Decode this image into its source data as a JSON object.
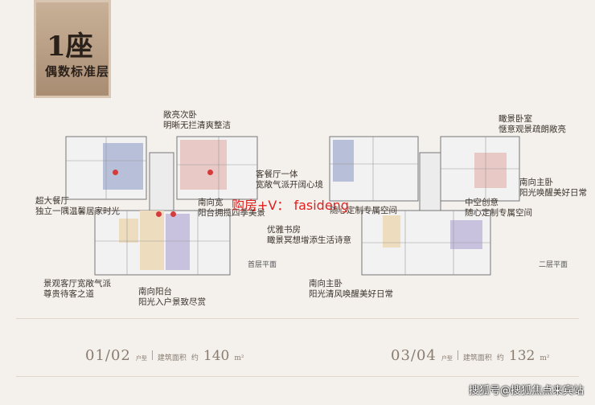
{
  "badge": {
    "title": "1座",
    "subtitle": "偶数标准层"
  },
  "annotations": {
    "a1": [
      "敞亮次卧",
      "明晰无拦清爽整洁"
    ],
    "a2": [
      "客餐厅一体",
      "宽敞气派开阔心境"
    ],
    "a3": [
      "超大餐厅",
      "独立一隅温馨居家时光"
    ],
    "a4": [
      "南向宽",
      "阳台拥揽四季美景"
    ],
    "a5": [
      "景观客厅宽敞气派",
      "尊贵待客之道"
    ],
    "a6": [
      "南向阳台",
      "阳光入户景致尽赏"
    ],
    "b1": [
      "瞰景卧室",
      "惬意观景疏朗敞亮"
    ],
    "b2": [
      "南向主卧",
      "阳光唤醒美好日常"
    ],
    "b3": [
      "随心定制专属空间"
    ],
    "b4": [
      "中空创意",
      "随心定制专属空间"
    ],
    "b5": [
      "优雅书房",
      "瞰景冥想增添生活诗意"
    ],
    "b6": [
      "南向主卧",
      "阳光清风唤醒美好日常"
    ]
  },
  "floor_labels": {
    "first": "首层平面",
    "second": "二层平面"
  },
  "units": {
    "left": {
      "code": "01/02",
      "suffix": "户型",
      "area_label": "建筑面积",
      "area_prefix": "约",
      "area_value": "140",
      "area_unit": "m²"
    },
    "right": {
      "code": "03/04",
      "suffix": "户型",
      "area_label": "建筑面积",
      "area_prefix": "约",
      "area_value": "132",
      "area_unit": "m²"
    }
  },
  "watermark": "购房+V： fasideng",
  "footer": "搜狐号@搜狐焦点来宾站",
  "colors": {
    "badge": "#b49a80",
    "blue": "#b7c0d8",
    "pink": "#e9c9c6",
    "cream": "#eddcbd",
    "purple": "#c9c2de",
    "dot": "#d43c3c"
  }
}
